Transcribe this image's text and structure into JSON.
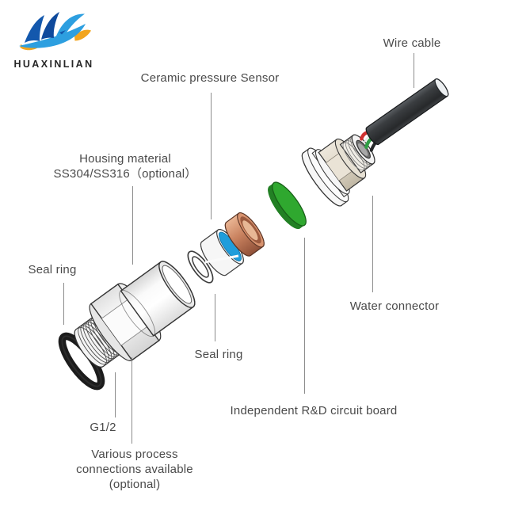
{
  "logo": {
    "brand": "HUAXINLIAN",
    "colors": {
      "logo_blue_dark": "#0f4a9c",
      "logo_blue_mid": "#1358ad",
      "logo_blue_light": "#2d9fe0",
      "logo_orange": "#f2a51f",
      "logo_text": "#262626"
    }
  },
  "diagram": {
    "title": "Pressure sensor exploded view",
    "labels": {
      "wire_cable": "Wire cable",
      "ceramic_sensor": "Ceramic pressure Sensor",
      "housing_line1": "Housing material",
      "housing_line2": "SS304/SS316（optional）",
      "seal_ring_left": "Seal ring",
      "seal_ring_middle": "Seal ring",
      "water_connector": "Water connector",
      "circuit_board": "Independent R&D circuit board",
      "thread_size": "G1/2",
      "process_line1": "Various process",
      "process_line2": "connections available",
      "process_line3": "(optional)"
    },
    "parts": [
      "rubber-o-ring",
      "g12-threaded-housing",
      "white-seal-ring",
      "ceramic-pressure-sensor",
      "copper-seal-ring",
      "circuit-board-disc",
      "water-connector",
      "wire-cable"
    ],
    "colors": {
      "label_text": "#4a4a4a",
      "leader_line": "#8c8c8c",
      "circuit_green": "#2fa82f",
      "copper": "#c9825f",
      "sensor_blue": "#1f9ddb",
      "cable_gray": "#3a3d40",
      "oring_black": "#1c1c1c",
      "wire_red": "#d03030",
      "wire_green": "#2f9e44"
    }
  }
}
